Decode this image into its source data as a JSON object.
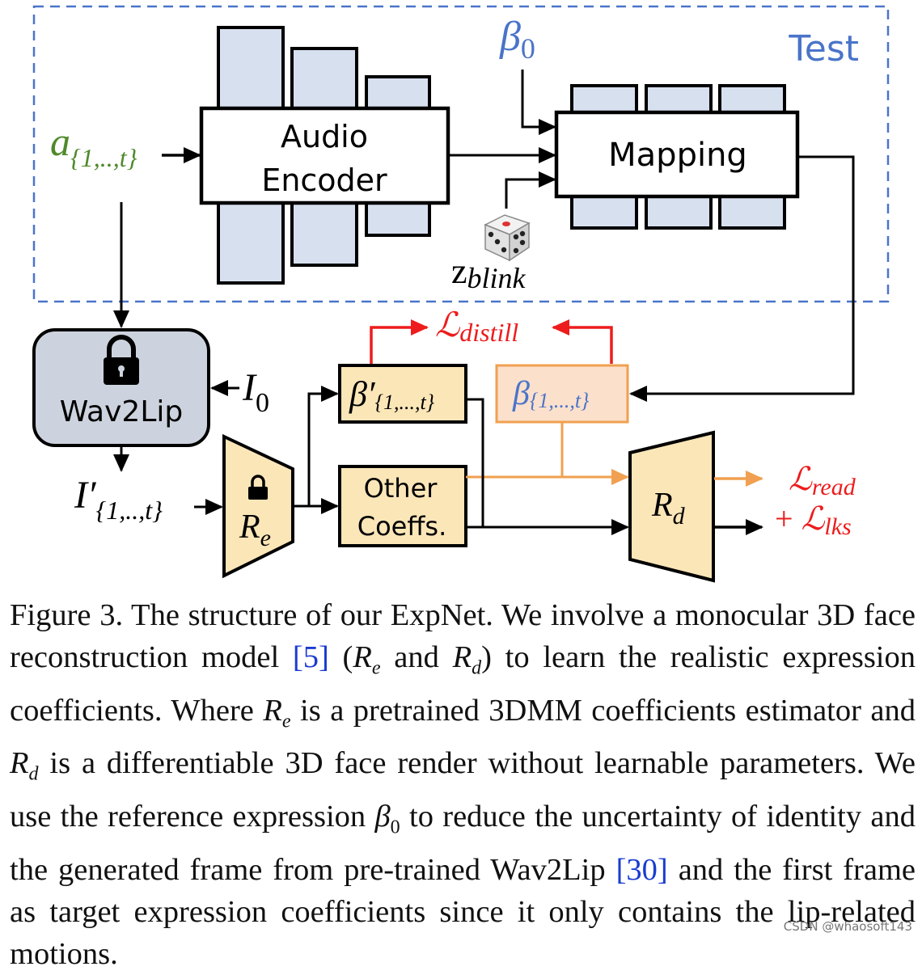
{
  "diagram": {
    "test_label": "Test",
    "beta0": {
      "sym": "β",
      "sub": "0"
    },
    "audio_input": {
      "sym": "a",
      "sub": "{1,..,t}"
    },
    "audio_encoder": {
      "line1": "Audio",
      "line2": "Encoder"
    },
    "mapping": "Mapping",
    "z_blink": {
      "sym": "z",
      "sub": "blink"
    },
    "wav2lip": "Wav2Lip",
    "i0": {
      "sym": "I",
      "sub": "0"
    },
    "i_prime": {
      "sym": "I′",
      "sub": "{1,..,t}"
    },
    "re": {
      "sym": "R",
      "sub": "e"
    },
    "rd": {
      "sym": "R",
      "sub": "d"
    },
    "beta_prime": {
      "sym": "β′",
      "sub": "{1,...,t}"
    },
    "beta_t": {
      "sym": "β",
      "sub": "{1,...,t}"
    },
    "other_coeffs": {
      "line1": "Other",
      "line2": "Coeffs."
    },
    "l_distill": {
      "sym": "ℒ",
      "sub": "distill"
    },
    "l_read": {
      "sym": "ℒ",
      "sub": "read"
    },
    "l_lks": {
      "prefix": "+ ",
      "sym": "ℒ",
      "sub": "lks"
    }
  },
  "caption": {
    "p1": "Figure 3. The structure of our ExpNet. We involve a monocular 3D face reconstruction model ",
    "cite5": "[5]",
    "p2": " (",
    "re": "R",
    "re_sub": "e",
    "p3": " and ",
    "rd": "R",
    "rd_sub": "d",
    "p4": ") to learn the realistic expression coefficients. Where ",
    "re2": "R",
    "re2_sub": "e",
    "p5": " is a pretrained 3DMM coefficients estimator and ",
    "rd2": "R",
    "rd2_sub": "d",
    "p6": " is a differentiable 3D face render without learnable parameters. We use the reference expression ",
    "beta": "β",
    "beta_sub": "0",
    "p7": " to reduce the uncertainty of identity and the generated frame from pre-trained Wav2Lip ",
    "cite30": "[30]",
    "p8": " and the first frame as target expression coefficients since it only contains the lip-related motions."
  },
  "watermark": "CSDN @whaosoft143",
  "colors": {
    "test_blue": "#4a74c9",
    "input_green": "#4f8a2a",
    "loss_red": "#ee1c1c",
    "orange": "#f0a050",
    "block_fill": "#d7e0ef",
    "coeff_fill": "#fbe6b8",
    "wav2lip_fill": "#cdd3de"
  }
}
